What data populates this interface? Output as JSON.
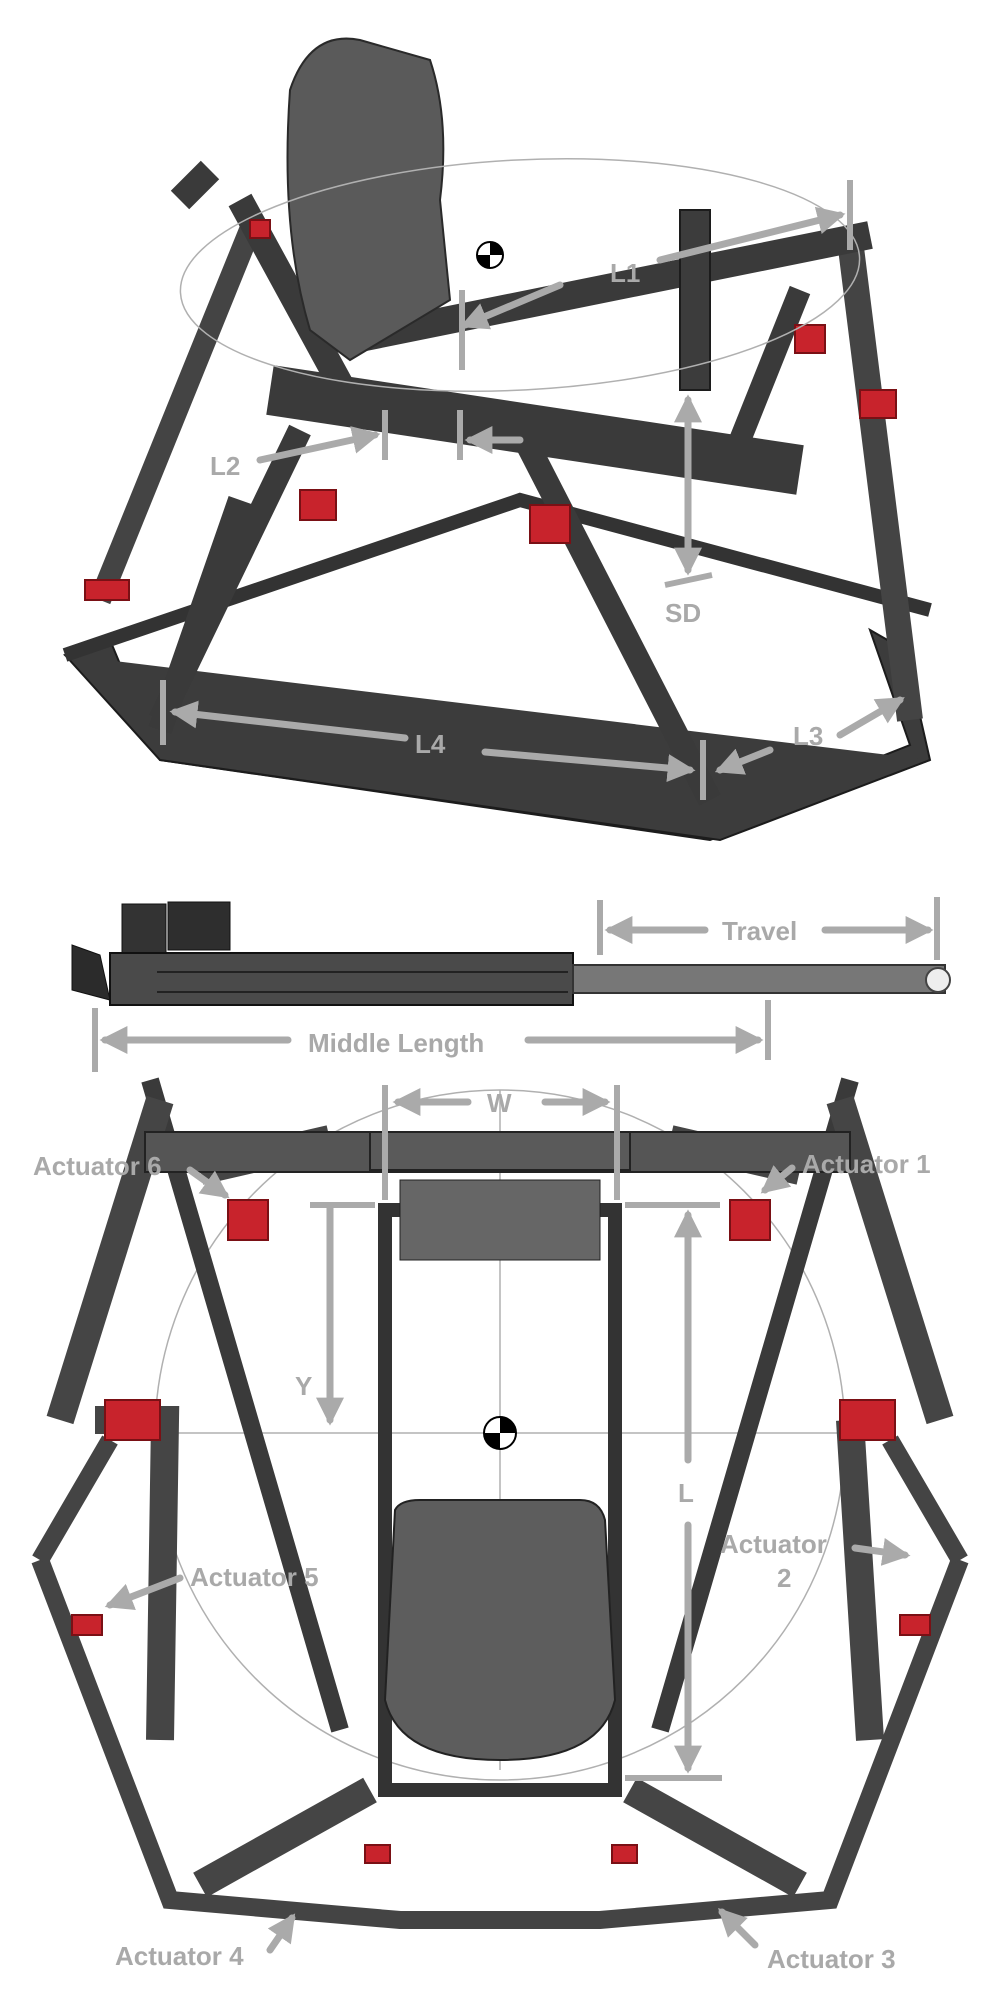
{
  "colors": {
    "label": "#a9a9a9",
    "frame": "#3c3c3c",
    "accent": "#c8232c"
  },
  "top_view_3d": {
    "labels": {
      "l1": "L1",
      "l2": "L2",
      "sd": "SD",
      "l3": "L3",
      "l4": "L4"
    }
  },
  "actuator_side_view": {
    "labels": {
      "travel": "Travel",
      "middle_length": "Middle Length"
    }
  },
  "plan_view": {
    "labels": {
      "w": "W",
      "y": "Y",
      "l": "L",
      "actuator_1": "Actuator 1",
      "actuator_2_line1": "Actuator",
      "actuator_2_line2": "2",
      "actuator_3": "Actuator 3",
      "actuator_4": "Actuator 4",
      "actuator_5": "Actuator 5",
      "actuator_6": "Actuator 6"
    }
  }
}
